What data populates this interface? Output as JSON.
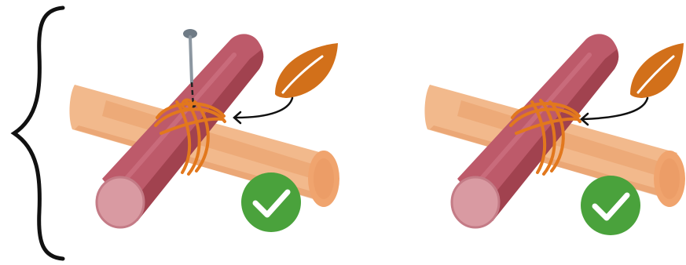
{
  "panels": [
    {
      "id": "with-nail",
      "parts": [
        "horizontal-log",
        "vertical-log",
        "nail",
        "rope-lashing",
        "leaf-icon",
        "pointer-arrow",
        "check-badge"
      ]
    },
    {
      "id": "without-nail",
      "parts": [
        "horizontal-log",
        "vertical-log",
        "rope-lashing",
        "leaf-icon",
        "pointer-arrow",
        "check-badge"
      ]
    }
  ],
  "colors": {
    "horizontal_log": "#f2b98c",
    "horizontal_log_shade": "#e99e68",
    "vertical_log": "#bd5a6a",
    "vertical_log_shade": "#a1424f",
    "log_end": "#d99aa2",
    "rope": "#e2781d",
    "leaf": "#d2701a",
    "check_bg": "#4aa23c",
    "nail": "#6f7b86",
    "brace": "#111111"
  }
}
